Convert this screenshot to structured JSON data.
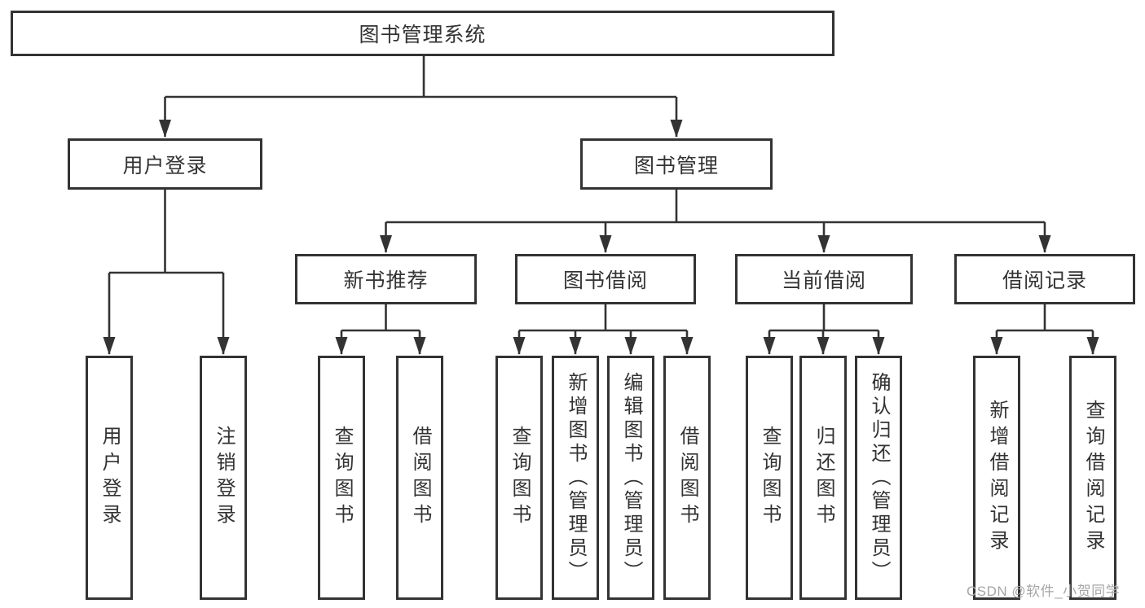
{
  "diagram": {
    "type": "hierarchy-tree",
    "root": {
      "label": "图书管理系统"
    },
    "branches": [
      {
        "label": "用户登录",
        "leaves": [
          {
            "label": "用户登录"
          },
          {
            "label": "注销登录"
          }
        ]
      },
      {
        "label": "图书管理",
        "sections": [
          {
            "label": "新书推荐",
            "leaves": [
              {
                "label": "查询图书"
              },
              {
                "label": "借阅图书"
              }
            ]
          },
          {
            "label": "图书借阅",
            "leaves": [
              {
                "label": "查询图书"
              },
              {
                "label": "新增图书（管理员）"
              },
              {
                "label": "编辑图书（管理员）"
              },
              {
                "label": "借阅图书"
              }
            ]
          },
          {
            "label": "当前借阅",
            "leaves": [
              {
                "label": "查询图书"
              },
              {
                "label": "归还图书"
              },
              {
                "label": "确认归还（管理员）"
              }
            ]
          },
          {
            "label": "借阅记录",
            "leaves": [
              {
                "label": "新增借阅记录"
              },
              {
                "label": "查询借阅记录"
              }
            ]
          }
        ]
      }
    ],
    "watermark": {
      "text": "CSDN @软件_小贺同学"
    },
    "colors": {
      "line": "#333333",
      "text": "#333333",
      "box_background": "#ffffff",
      "background": "#ffffff",
      "watermark": "#a6a6a6"
    }
  }
}
